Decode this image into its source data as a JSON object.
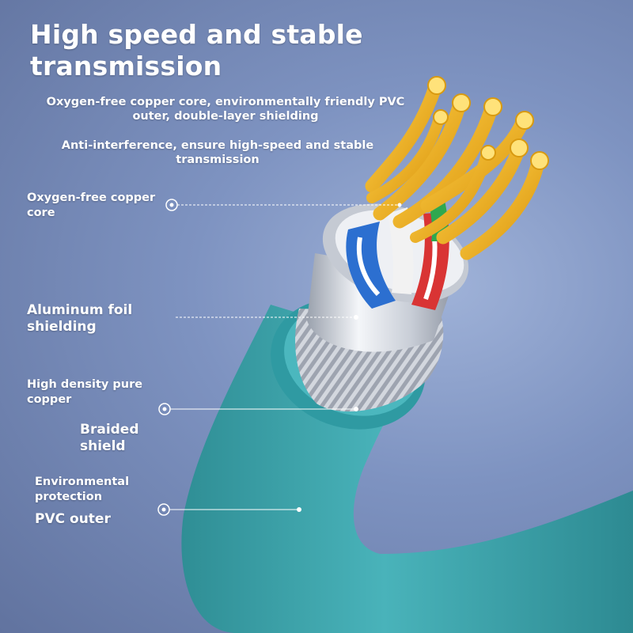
{
  "title": "High speed and stable transmission",
  "features": [
    "Oxygen-free copper core, environmentally friendly PVC outer, double-layer shielding",
    "Anti-interference, ensure high-speed and stable transmission"
  ],
  "labels": {
    "copper_core": "Oxygen-free copper core",
    "aluminum_foil": "Aluminum foil shielding",
    "copper_density": "High density pure copper",
    "braided_shield": "Braided shield",
    "environmental": "Environmental protection",
    "pvc_outer": "PVC outer"
  },
  "colors": {
    "background": "#7e93c1",
    "jacket": "#3ea6ad",
    "copper": "#f2b21c",
    "foil": "#d8dce4",
    "braid": "#b9bec9"
  }
}
